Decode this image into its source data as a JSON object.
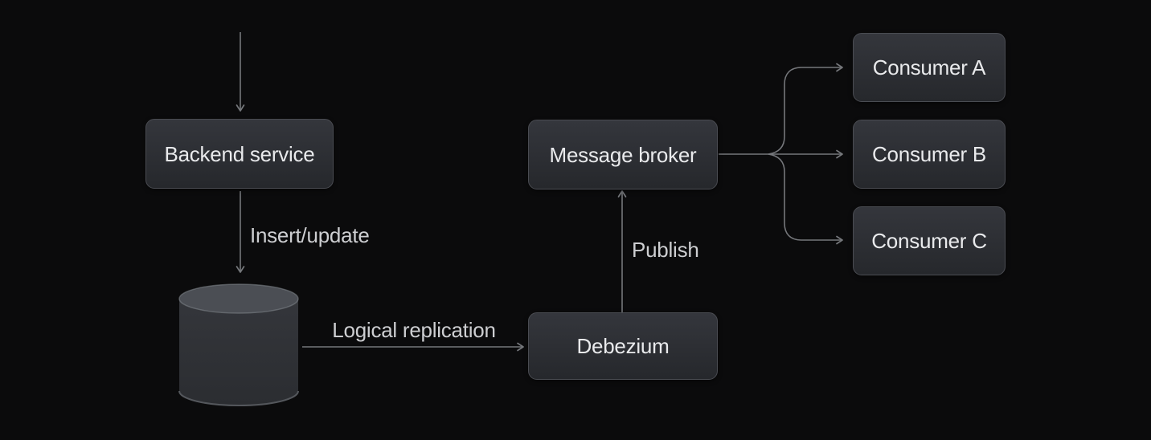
{
  "diagram": {
    "type": "flow-diagram",
    "nodes": {
      "backend": {
        "label": "Backend service",
        "shape": "rounded-rect"
      },
      "database": {
        "label": "",
        "shape": "cylinder"
      },
      "debezium": {
        "label": "Debezium",
        "shape": "rounded-rect"
      },
      "broker": {
        "label": "Message broker",
        "shape": "rounded-rect"
      },
      "consumer_a": {
        "label": "Consumer A",
        "shape": "rounded-rect"
      },
      "consumer_b": {
        "label": "Consumer B",
        "shape": "rounded-rect"
      },
      "consumer_c": {
        "label": "Consumer C",
        "shape": "rounded-rect"
      }
    },
    "edges": {
      "ingress": {
        "from": "external",
        "to": "backend",
        "label": ""
      },
      "insert_update": {
        "from": "backend",
        "to": "database",
        "label": "Insert/update"
      },
      "logical_replication": {
        "from": "database",
        "to": "debezium",
        "label": "Logical replication"
      },
      "publish": {
        "from": "debezium",
        "to": "broker",
        "label": "Publish"
      },
      "fan_out_a": {
        "from": "broker",
        "to": "consumer_a",
        "label": ""
      },
      "fan_out_b": {
        "from": "broker",
        "to": "consumer_b",
        "label": ""
      },
      "fan_out_c": {
        "from": "broker",
        "to": "consumer_c",
        "label": ""
      }
    },
    "colors": {
      "background": "#0b0b0c",
      "node_fill_top": "#34363c",
      "node_fill_bottom": "#26282c",
      "node_border": "#4a4c52",
      "node_text": "#e9eaec",
      "edge_line": "#75777b",
      "edge_text": "#cdced1",
      "cylinder_top": "#4b4e54",
      "cylinder_body_light": "#34363b",
      "cylinder_body_dark": "#2b2d31",
      "cylinder_rim": "#54575c"
    }
  }
}
